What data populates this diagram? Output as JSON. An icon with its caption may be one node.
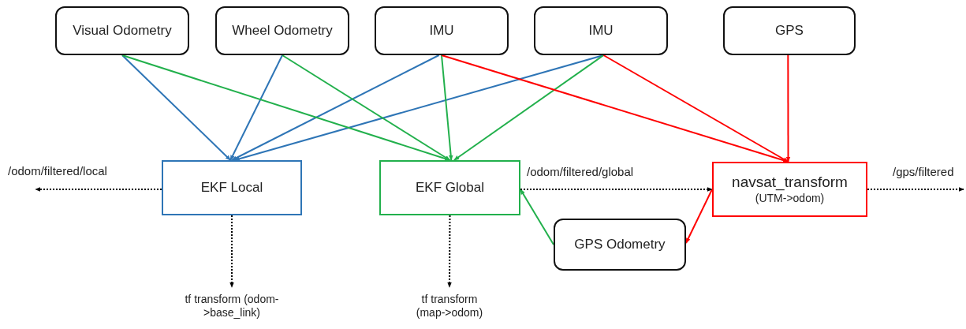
{
  "diagram": {
    "nodes": [
      {
        "text": [
          "Visual Odometry"
        ]
      },
      {
        "text": [
          "Wheel Odometry"
        ]
      },
      {
        "text": [
          "IMU"
        ]
      },
      {
        "text": [
          "IMU"
        ]
      },
      {
        "text": [
          "GPS"
        ]
      },
      {
        "text": [
          "EKF Local"
        ]
      },
      {
        "text": [
          "EKF Global"
        ]
      },
      {
        "text": [
          "navsat_transform",
          "(UTM->odom)"
        ]
      },
      {
        "text": [
          "GPS Odometry"
        ]
      },
      {
        "text": [
          "tf transform (odom->base_link)"
        ]
      },
      {
        "text": [
          "tf transform (map->odom)"
        ]
      }
    ],
    "edges": [
      {
        "from": 0,
        "to": 5,
        "arrow": "to",
        "color": "#2e75b6"
      },
      {
        "from": 1,
        "to": 5,
        "arrow": "to",
        "color": "#2e75b6"
      },
      {
        "from": 2,
        "to": 5,
        "arrow": "to",
        "color": "#2e75b6"
      },
      {
        "from": 3,
        "to": 5,
        "arrow": "to",
        "color": "#2e75b6"
      },
      {
        "from": 0,
        "to": 6,
        "arrow": "to",
        "color": "#22b04c"
      },
      {
        "from": 1,
        "to": 6,
        "arrow": "to",
        "color": "#22b04c"
      },
      {
        "from": 2,
        "to": 6,
        "arrow": "to",
        "color": "#22b04c"
      },
      {
        "from": 3,
        "to": 6,
        "arrow": "to",
        "color": "#22b04c"
      },
      {
        "from": 2,
        "to": 7,
        "arrow": "to",
        "color": "#ff0000"
      },
      {
        "from": 3,
        "to": 7,
        "arrow": "to",
        "color": "#ff0000"
      },
      {
        "from": 4,
        "to": 7,
        "arrow": "to",
        "color": "#ff0000"
      },
      {
        "from": 7,
        "to": 8,
        "arrow": "to",
        "color": "#ff0000"
      },
      {
        "from": 8,
        "to": 6,
        "arrow": "to",
        "color": "#22b04c"
      },
      {
        "from": 5,
        "to": null,
        "arrow": "to",
        "style": "dashed",
        "color": "#000000",
        "label": "/odom/filtered/local"
      },
      {
        "from": 6,
        "to": 7,
        "arrow": "to",
        "style": "dashed",
        "color": "#000000",
        "label": "/odom/filtered/global"
      },
      {
        "from": 7,
        "to": null,
        "arrow": "to",
        "style": "dashed",
        "color": "#000000",
        "label": "/gps/filtered"
      },
      {
        "from": 5,
        "to": 9,
        "arrow": "to",
        "style": "dashed",
        "color": "#000000"
      },
      {
        "from": 6,
        "to": 10,
        "arrow": "to",
        "style": "dashed",
        "color": "#000000"
      }
    ]
  }
}
